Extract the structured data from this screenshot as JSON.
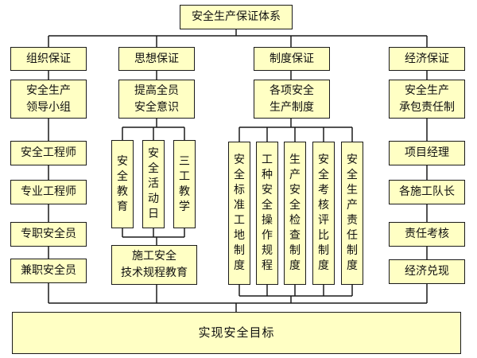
{
  "diagram": {
    "title": "安全生产保证体系",
    "categories": {
      "organization": "组织保证",
      "ideology": "思想保证",
      "system": "制度保证",
      "economy": "经济保证"
    },
    "organization_items": [
      "安全生产\n领导小组",
      "安全工程师",
      "专业工程师",
      "专职安全员",
      "兼职安全员"
    ],
    "ideology": {
      "head": "提高全员\n安全意识",
      "sub_items": [
        "安全教育",
        "安全活动日",
        "三工教学"
      ],
      "bottom": "施工安全\n技术规程教育"
    },
    "system": {
      "head": "各项安全\n生产制度",
      "sub_items": [
        "安全标准工地制度",
        "工种安全操作规程",
        "生产安全检查制度",
        "安全考核评比制度",
        "安全生产责任制度"
      ]
    },
    "economy_items": [
      "安全生产\n承包责任制",
      "项目经理",
      "各施工队长",
      "责任考核",
      "经济兑现"
    ],
    "goal": "实现安全目标",
    "colors": {
      "box_fill": "#ffffc4",
      "border": "#1a1a1a"
    }
  }
}
